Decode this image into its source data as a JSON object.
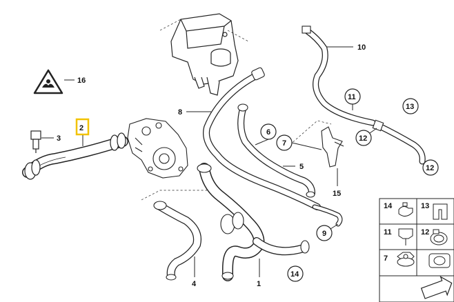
{
  "diagram": {
    "highlight_color": "#f2c200",
    "highlighted_part": "2",
    "callouts": {
      "c1": "1",
      "c2": "2",
      "c3": "3",
      "c4": "4",
      "c5": "5",
      "c6": "6",
      "c7": "7",
      "c8": "8",
      "c9": "9",
      "c10": "10",
      "c11": "11",
      "c12a": "12",
      "c12b": "12",
      "c13": "13",
      "c14": "14",
      "c15": "15",
      "c16": "16"
    },
    "legend": {
      "cells": [
        {
          "num": "14",
          "icon": "clamp-open-icon"
        },
        {
          "num": "13",
          "icon": "clamp-bracket-icon"
        },
        {
          "num": "11",
          "icon": "clip-icon"
        },
        {
          "num": "12",
          "icon": "hose-clamp-icon"
        },
        {
          "num": "7",
          "icon": "nut-icon"
        },
        {
          "num": "",
          "icon": "grommet-icon"
        }
      ]
    },
    "warning_icon": "hot-coolant-warning-icon",
    "arrow_icon": "direction-arrow-icon"
  }
}
